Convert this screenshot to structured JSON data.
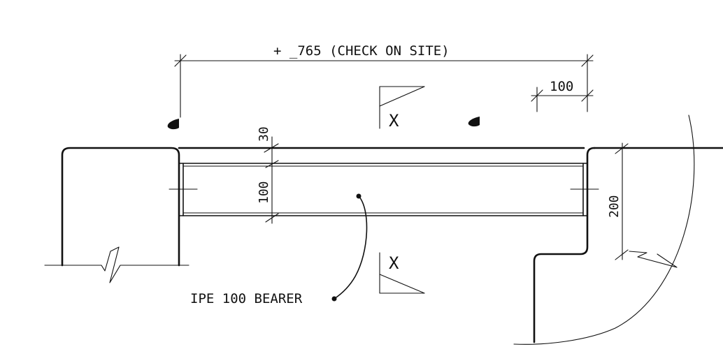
{
  "dimensions": {
    "overall": "+ _765 (CHECK ON SITE)",
    "end_offset": "100",
    "cover": "30",
    "beam_depth": "100",
    "opening": "200"
  },
  "section_marks": {
    "top": "X",
    "bottom": "X"
  },
  "labels": {
    "bearer": "IPE 100 BEARER"
  }
}
